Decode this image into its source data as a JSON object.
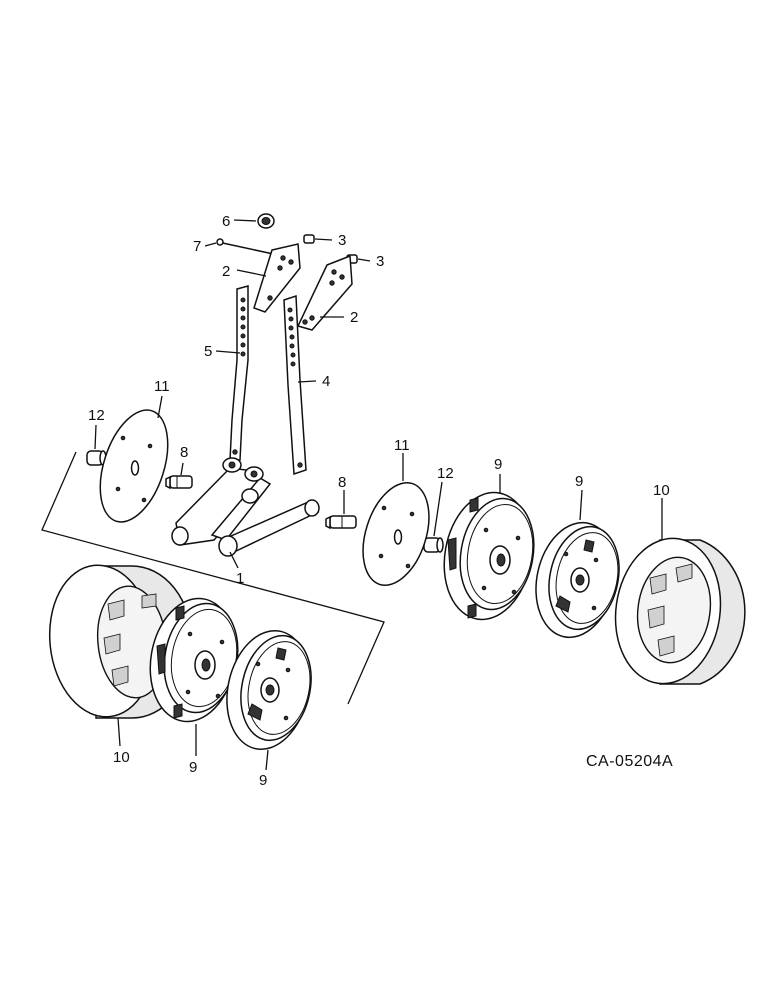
{
  "figure_code": "CA-05204A",
  "callouts": {
    "c1": "1",
    "c2a": "2",
    "c2b": "2",
    "c3a": "3",
    "c3b": "3",
    "c4": "4",
    "c5": "5",
    "c6": "6",
    "c7": "7",
    "c8a": "8",
    "c8b": "8",
    "c9a": "9",
    "c9b": "9",
    "c9c": "9",
    "c9d": "9",
    "c10a": "10",
    "c10b": "10",
    "c11a": "11",
    "c11b": "11",
    "c12a": "12",
    "c12b": "12"
  }
}
